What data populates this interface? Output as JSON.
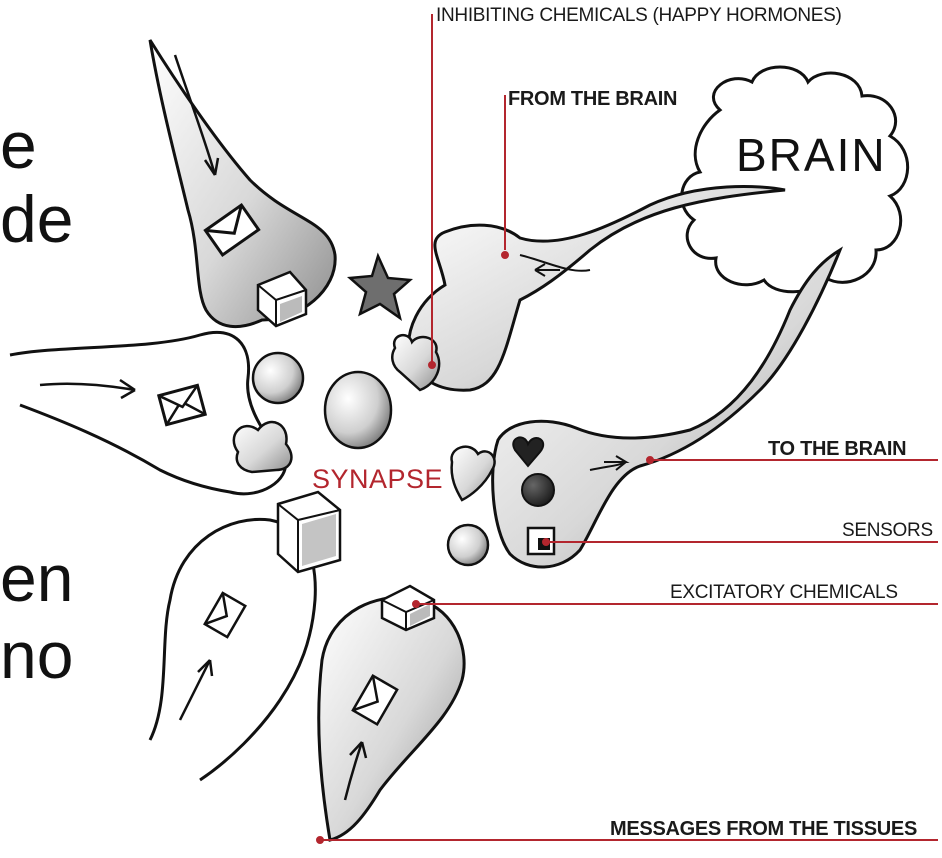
{
  "slide_fragments": [
    "e",
    "de",
    "en",
    "no"
  ],
  "labels": {
    "inhibiting": "INHIBITING CHEMICALS (HAPPY HORMONES)",
    "from_brain": "FROM THE BRAIN",
    "brain": "BRAIN",
    "to_brain": "TO THE BRAIN",
    "sensors": "SENSORS",
    "excitatory": "EXCITATORY CHEMICALS",
    "messages": "MESSAGES FROM THE TISSUES",
    "synapse": "SYNAPSE"
  },
  "colors": {
    "leader_line": "#b3262e",
    "synapse_text": "#b3262e",
    "ink": "#1a1a1a",
    "shade": "#9a9a9a"
  }
}
